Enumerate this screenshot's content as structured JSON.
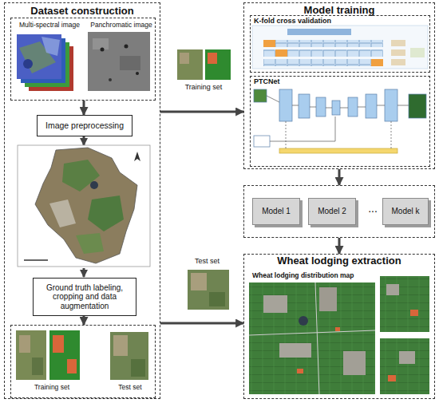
{
  "diagram": {
    "nodes": [
      {
        "text": [
          "Dataset construction"
        ]
      },
      {
        "text": [
          "Multi-spectral image",
          "Panchromatic image"
        ],
        "in": 0
      },
      {
        "text": [
          "Image preprocessing"
        ],
        "in": 0
      },
      {
        "text": [
          "Ground truth labeling, cropping and data augmentation"
        ],
        "in": 0
      },
      {
        "text": [
          "Training set",
          "Test set"
        ],
        "in": 0
      },
      {
        "text": [
          "Model training"
        ]
      },
      {
        "text": [
          "K-fold cross validation"
        ],
        "in": 5
      },
      {
        "text": [
          "PTCNet"
        ],
        "in": 5
      },
      {
        "text": [
          "..."
        ]
      },
      {
        "text": [
          "Model 1"
        ],
        "in": 8
      },
      {
        "text": [
          "Model 2"
        ],
        "in": 8
      },
      {
        "text": [
          "Model k"
        ],
        "in": 8
      },
      {
        "text": [
          "Wheat lodging extraction"
        ]
      }
    ],
    "edges": [
      {
        "from": 0,
        "to": 5,
        "arrow": "to"
      },
      {
        "from": 0,
        "to": 12,
        "arrow": "to"
      },
      {
        "from": 1,
        "to": 2,
        "arrow": "to"
      },
      {
        "from": 3,
        "to": 4,
        "arrow": "to"
      },
      {
        "from": 5,
        "to": 8,
        "arrow": "to"
      },
      {
        "from": 8,
        "to": 12,
        "arrow": "to"
      }
    ],
    "labels": [
      "Training set",
      "Test set",
      "Wheat lodging distribution map"
    ]
  }
}
